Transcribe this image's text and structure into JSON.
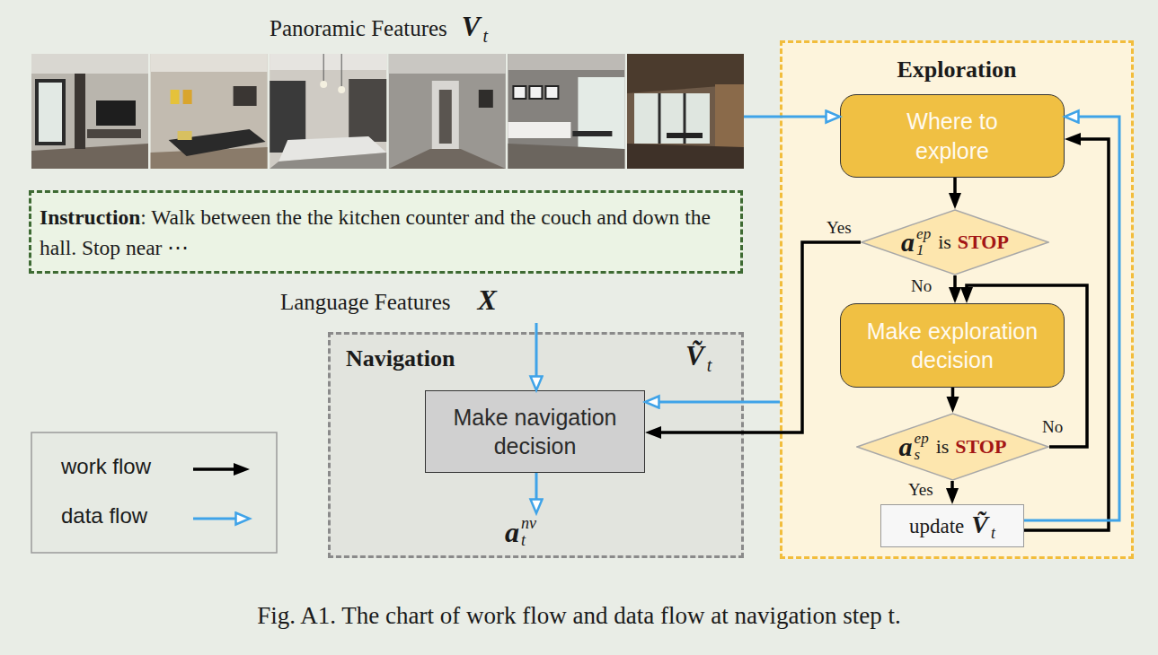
{
  "diagram": {
    "caption": "Fig. A1. The chart of work flow and data flow at navigation step t.",
    "nodes": [
      {
        "text": [
          "Panoramic Features",
          "V",
          "t"
        ]
      },
      {
        "text": [
          "Exploration"
        ]
      },
      {
        "text": [
          "Where to explore"
        ],
        "in": 1
      },
      {
        "text": [
          "a",
          "ep",
          "1",
          "is",
          "STOP"
        ],
        "in": 1
      },
      {
        "text": [
          "Instruction",
          ": Walk between the the kitchen counter and the couch and down the hall. Stop near ⋯"
        ]
      },
      {
        "text": [
          "Navigation",
          "Ṽ",
          "t"
        ]
      },
      {
        "text": [
          "Make navigation decision"
        ],
        "in": 5
      },
      {
        "text": [
          "Make exploration decision"
        ],
        "in": 1
      },
      {
        "text": [
          "a",
          "ep",
          "s",
          "is",
          "STOP"
        ],
        "in": 1
      },
      {
        "text": [
          "update",
          "Ṽ",
          "t"
        ],
        "in": 1
      }
    ],
    "edges": [
      {
        "from": 0,
        "to": 2,
        "arrow": "to"
      },
      {
        "from": 2,
        "to": 3,
        "arrow": "to"
      },
      {
        "from": 3,
        "to": 6,
        "label": "Yes",
        "arrow": "to"
      },
      {
        "from": 3,
        "to": 7,
        "label": "No",
        "arrow": "to"
      },
      {
        "from": 7,
        "to": 8,
        "arrow": "to"
      },
      {
        "from": 8,
        "to": 7,
        "label": "No",
        "arrow": "to"
      },
      {
        "from": 8,
        "to": 9,
        "label": "Yes",
        "arrow": "to"
      },
      {
        "from": 9,
        "to": 2,
        "arrow": "to"
      },
      {
        "from": 9,
        "to": 2,
        "arrow": "to"
      },
      {
        "from": 1,
        "to": 6,
        "arrow": "to"
      }
    ],
    "labels": [
      "Language Features",
      "X",
      "a",
      "nv",
      "t"
    ],
    "legend": [
      {
        "text": "work flow"
      },
      {
        "text": "data flow"
      }
    ]
  }
}
